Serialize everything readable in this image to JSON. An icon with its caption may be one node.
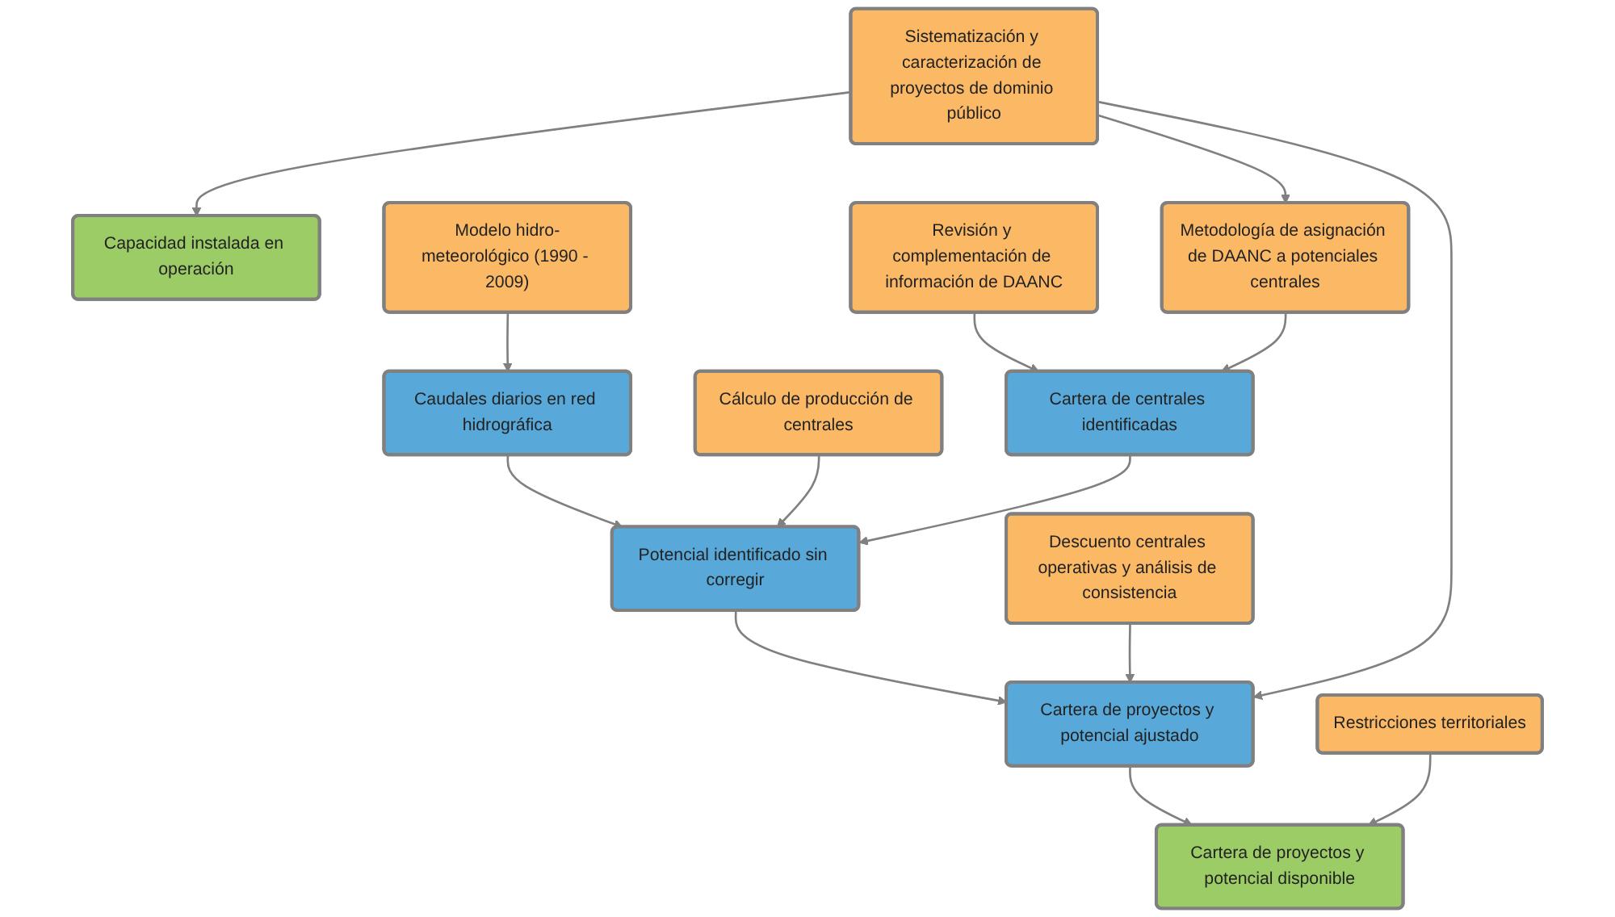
{
  "diagram": {
    "nodes": [
      {
        "text": [
          "Modelo hidro-meteorológico (1990 - 2009)"
        ]
      },
      {
        "text": [
          "Caudales diarios en red hidrográfica"
        ]
      },
      {
        "text": [
          "Revisión y complementación de información de DAANC"
        ]
      },
      {
        "text": [
          "Cálculo de producción de centrales"
        ]
      },
      {
        "text": [
          "Cartera de centrales identificadas"
        ]
      },
      {
        "text": [
          "Metodología de asignación de DAANC a potenciales centrales"
        ]
      },
      {
        "text": [
          "Potencial identificado sin corregir"
        ]
      },
      {
        "text": [
          "Descuento centrales operativas y análisis de consistencia"
        ]
      },
      {
        "text": [
          "Cartera de proyectos y potencial ajustado"
        ]
      },
      {
        "text": [
          "Sistematización y caracterización de proyectos de dominio público"
        ]
      },
      {
        "text": [
          "Restricciones territoriales"
        ]
      },
      {
        "text": [
          "Cartera de proyectos y potencial disponible"
        ]
      },
      {
        "text": [
          "Capacidad instalada en operación"
        ]
      }
    ],
    "edges": [
      {
        "from": 0,
        "to": 1,
        "arrow": "to"
      },
      {
        "from": 1,
        "to": 6,
        "arrow": "to"
      },
      {
        "from": 3,
        "to": 6,
        "arrow": "to"
      },
      {
        "from": 4,
        "to": 6,
        "arrow": "to"
      },
      {
        "from": 2,
        "to": 4,
        "arrow": "to"
      },
      {
        "from": 5,
        "to": 4,
        "arrow": "to"
      },
      {
        "from": 6,
        "to": 8,
        "arrow": "to"
      },
      {
        "from": 7,
        "to": 8,
        "arrow": "to"
      },
      {
        "from": 9,
        "to": 8,
        "arrow": "to"
      },
      {
        "from": 9,
        "to": 5,
        "arrow": "to"
      },
      {
        "from": 9,
        "to": 12,
        "arrow": "to"
      },
      {
        "from": 8,
        "to": 11,
        "arrow": "to"
      },
      {
        "from": 10,
        "to": 11,
        "arrow": "to"
      }
    ]
  }
}
